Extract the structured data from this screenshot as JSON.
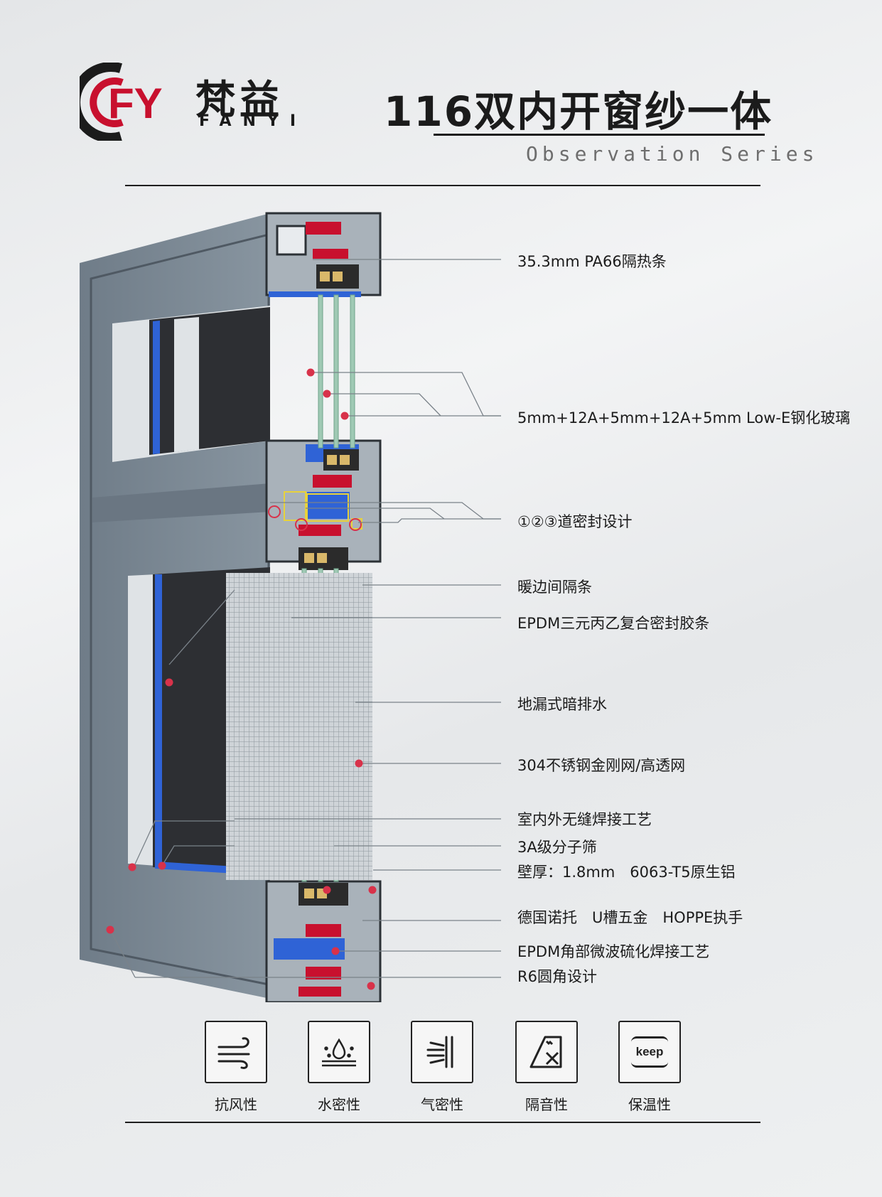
{
  "brand": {
    "name_cn": "梵益",
    "name_en": "FANYI",
    "logo_letters": "FY"
  },
  "header": {
    "title": "116双内开窗纱一体",
    "subtitle": "Observation Series"
  },
  "callouts": [
    "35.3mm PA66隔热条",
    "5mm+12A+5mm+12A+5mm Low-E钢化玻璃",
    "①②③道密封设计",
    "暖边间隔条",
    "EPDM三元丙乙复合密封胶条",
    "地漏式暗排水",
    "304不锈钢金刚网/高透网",
    "室内外无缝焊接工艺",
    "3A级分子筛",
    "壁厚：1.8mm　6063-T5原生铝",
    "德国诺托　U槽五金　HOPPE执手",
    "EPDM角部微波硫化焊接工艺",
    "R6圆角设计"
  ],
  "features": [
    {
      "label": "抗风性",
      "icon": "wind-icon"
    },
    {
      "label": "水密性",
      "icon": "water-drop-icon"
    },
    {
      "label": "气密性",
      "icon": "air-seal-icon"
    },
    {
      "label": "隔音性",
      "icon": "mute-icon"
    },
    {
      "label": "保温性",
      "icon": "keep-icon",
      "icon_text": "keep"
    }
  ],
  "colors": {
    "brand_red": "#c8102e",
    "frame_gray": "#7b8894",
    "seal_blue": "#2f63d6",
    "marker_red": "#d8324a"
  }
}
